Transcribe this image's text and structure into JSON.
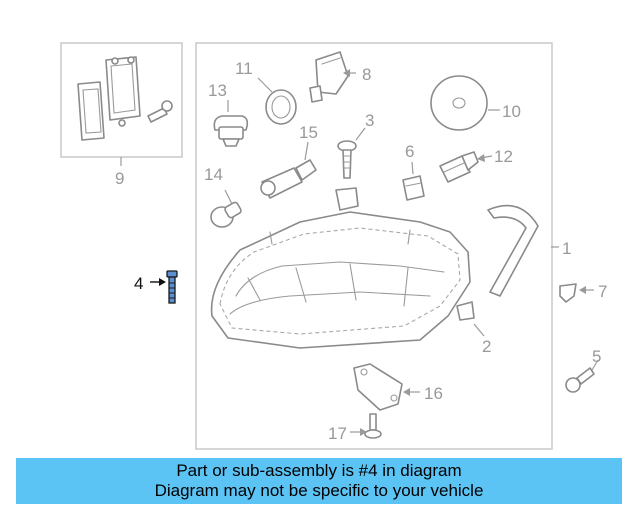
{
  "diagram": {
    "callouts": {
      "c1": "1",
      "c2": "2",
      "c3": "3",
      "c4": "4",
      "c5": "5",
      "c6": "6",
      "c7": "7",
      "c8": "8",
      "c9": "9",
      "c10": "10",
      "c11": "11",
      "c12": "12",
      "c13": "13",
      "c14": "14",
      "c15": "15",
      "c16": "16",
      "c17": "17"
    },
    "highlighted_part": "4",
    "colors": {
      "highlight": "#5a8fd0",
      "banner": "#5bc4f5",
      "line": "#8a8a8a"
    }
  },
  "banner": {
    "line1": "Part or sub-assembly is #4 in diagram",
    "line2": "Diagram may not be specific to your vehicle"
  }
}
